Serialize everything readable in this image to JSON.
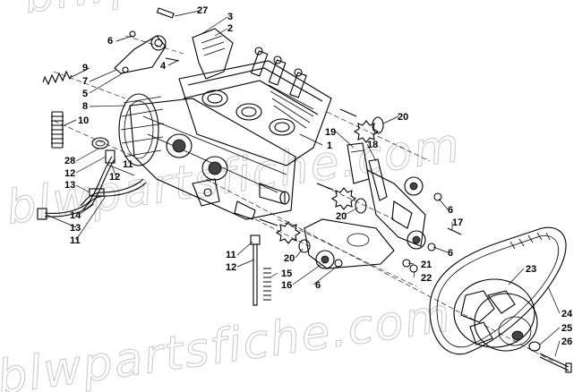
{
  "watermark": {
    "line1": "blwpartsfiche.com",
    "line2": "blwpartsfiche.com",
    "line3": "blwpartsfiche.com"
  },
  "callouts": [
    {
      "id": "c27",
      "label": "27"
    },
    {
      "id": "c3",
      "label": "3"
    },
    {
      "id": "c2",
      "label": "2"
    },
    {
      "id": "c6a",
      "label": "6"
    },
    {
      "id": "c4",
      "label": "4"
    },
    {
      "id": "c9",
      "label": "9"
    },
    {
      "id": "c7",
      "label": "7"
    },
    {
      "id": "c5",
      "label": "5"
    },
    {
      "id": "c8",
      "label": "8"
    },
    {
      "id": "c10",
      "label": "10"
    },
    {
      "id": "c1",
      "label": "1"
    },
    {
      "id": "c19",
      "label": "19"
    },
    {
      "id": "c18",
      "label": "18"
    },
    {
      "id": "c20a",
      "label": "20"
    },
    {
      "id": "c28",
      "label": "28"
    },
    {
      "id": "c12a",
      "label": "12"
    },
    {
      "id": "c11a",
      "label": "11"
    },
    {
      "id": "c12b",
      "label": "12"
    },
    {
      "id": "c13a",
      "label": "13"
    },
    {
      "id": "c14",
      "label": "14"
    },
    {
      "id": "c13b",
      "label": "13"
    },
    {
      "id": "c11b",
      "label": "11"
    },
    {
      "id": "c6b",
      "label": "6"
    },
    {
      "id": "c20b",
      "label": "20"
    },
    {
      "id": "c17",
      "label": "17"
    },
    {
      "id": "c6c",
      "label": "6"
    },
    {
      "id": "c20c",
      "label": "20"
    },
    {
      "id": "c11c",
      "label": "11"
    },
    {
      "id": "c12c",
      "label": "12"
    },
    {
      "id": "c15",
      "label": "15"
    },
    {
      "id": "c16",
      "label": "16"
    },
    {
      "id": "c6d",
      "label": "6"
    },
    {
      "id": "c21",
      "label": "21"
    },
    {
      "id": "c22",
      "label": "22"
    },
    {
      "id": "c23",
      "label": "23"
    },
    {
      "id": "c24",
      "label": "24"
    },
    {
      "id": "c25",
      "label": "25"
    },
    {
      "id": "c26",
      "label": "26"
    }
  ]
}
